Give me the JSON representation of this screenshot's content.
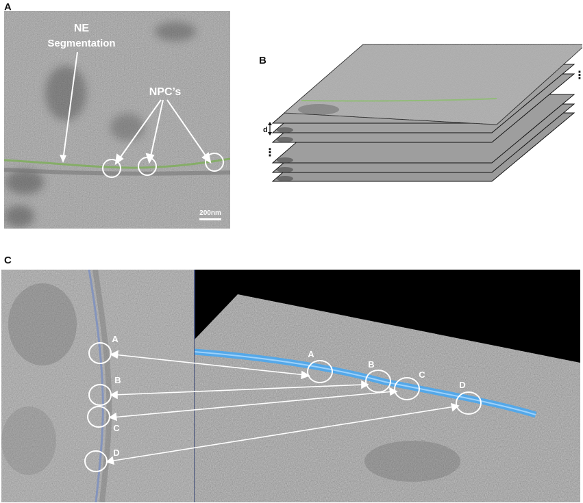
{
  "panels": {
    "a": {
      "letter": "A",
      "ne_label_line1": "NE",
      "ne_label_line2": "Segmentation",
      "npc_label": "NPC’s",
      "scale_bar": "200nm"
    },
    "b": {
      "letter": "B",
      "spacing_label": "d",
      "ellipsis_glyph": "⋮"
    },
    "c": {
      "letter": "C",
      "pore_labels": [
        "A",
        "B",
        "C",
        "D"
      ]
    }
  },
  "colors": {
    "membrane_green": "#7fae5c",
    "membrane_blue": "#4fa8ec",
    "tomogram_gray": "#8a8a8a",
    "background_black": "#000000"
  }
}
